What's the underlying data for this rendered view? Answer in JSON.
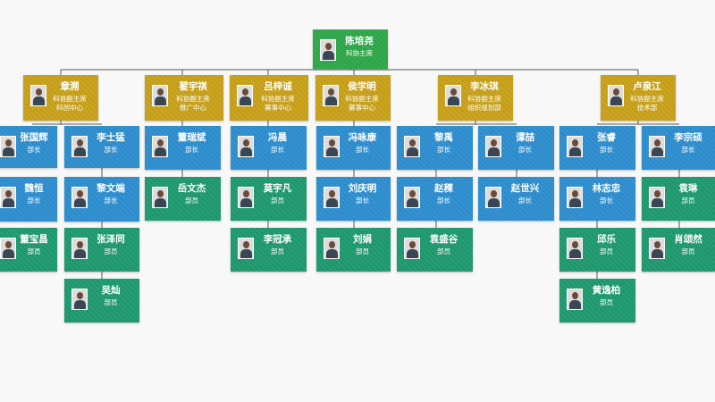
{
  "root": {
    "name": "陈培尧",
    "title": "科协主席"
  },
  "vice_chairs": [
    {
      "name": "章溯",
      "title": "科协副主席",
      "dept": "科创中心"
    },
    {
      "name": "翟宇祺",
      "title": "科协副主席",
      "dept": "推广中心"
    },
    {
      "name": "吕梓诚",
      "title": "科协副主席",
      "dept": "赛事中心"
    },
    {
      "name": "侯学明",
      "title": "科协副主席",
      "dept": "赛事中心"
    },
    {
      "name": "李冰琪",
      "title": "科协副主席",
      "dept": "组织规划部"
    },
    {
      "name": "卢泉江",
      "title": "科协副主席",
      "dept": "技术部"
    }
  ],
  "members": [
    {
      "name": "张国辉",
      "role": "部长"
    },
    {
      "name": "魏恒",
      "role": "部长"
    },
    {
      "name": "董宝昌",
      "role": "部员"
    },
    {
      "name": "李士猛",
      "role": "部长"
    },
    {
      "name": "黎文端",
      "role": "部长"
    },
    {
      "name": "张泽同",
      "role": "部员"
    },
    {
      "name": "吴灿",
      "role": "部员"
    },
    {
      "name": "董瑞斌",
      "role": "部长"
    },
    {
      "name": "岳文杰",
      "role": "部员"
    },
    {
      "name": "冯晨",
      "role": "部长"
    },
    {
      "name": "莫宇凡",
      "role": "部员"
    },
    {
      "name": "李冠承",
      "role": "部员"
    },
    {
      "name": "冯咏康",
      "role": "部长"
    },
    {
      "name": "刘庆明",
      "role": "部长"
    },
    {
      "name": "刘娟",
      "role": "部员"
    },
    {
      "name": "黎禹",
      "role": "部长"
    },
    {
      "name": "赵稞",
      "role": "部长"
    },
    {
      "name": "袁盛谷",
      "role": "部员"
    },
    {
      "name": "谭喆",
      "role": "部长"
    },
    {
      "name": "赵世兴",
      "role": "部长"
    },
    {
      "name": "张睿",
      "role": "部长"
    },
    {
      "name": "林志忠",
      "role": "部长"
    },
    {
      "name": "邱乐",
      "role": "部员"
    },
    {
      "name": "黄逸柏",
      "role": "部员"
    },
    {
      "name": "李宗硕",
      "role": "部长"
    },
    {
      "name": "袁琳",
      "role": "部员"
    },
    {
      "name": "肖颂然",
      "role": "部员"
    }
  ]
}
